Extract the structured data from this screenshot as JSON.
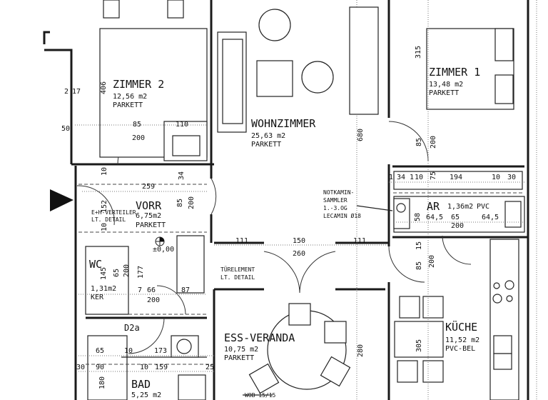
{
  "rooms": {
    "zimmer2": {
      "name": "ZIMMER 2",
      "area": "12,56 m2",
      "floor": "PARKETT"
    },
    "wohnzimmer": {
      "name": "WOHNZIMMER",
      "area": "25,63 m2",
      "floor": "PARKETT"
    },
    "zimmer1": {
      "name": "ZIMMER 1",
      "area": "13,48 m2",
      "floor": "PARKETT"
    },
    "vorr": {
      "name": "VORR",
      "area": "6,75m2",
      "floor": "PARKETT"
    },
    "wc": {
      "name": "WC",
      "area": "1,31m2",
      "floor": "KER"
    },
    "ar": {
      "name": "AR",
      "area": "1,36m2",
      "floor": "PVC"
    },
    "ess_veranda": {
      "name": "ESS-VERANDA",
      "area": "10,75 m2",
      "floor": "PARKETT"
    },
    "bad": {
      "name": "BAD",
      "area": "5,25 m2"
    },
    "kueche": {
      "name": "KÜCHE",
      "area": "11,52 m2",
      "floor": "PVC-BEL"
    },
    "d2a": {
      "name": "D2a"
    }
  },
  "notes": {
    "verteiler": [
      "E+H-VERTEILER",
      "LT. DETAIL"
    ],
    "notkamin": [
      "NOTKAMIN-",
      "SAMMLER",
      "1.-3.OG",
      "LECAMIN Ø18"
    ],
    "tuerelement": [
      "TÜRELEMENT",
      "LT. DETAIL"
    ],
    "wob": "WOB 15/15",
    "level": "±0,00"
  },
  "dimensions": {
    "z2_a": "2",
    "z2_b": "17",
    "z2_c": "406",
    "z2_d": "85",
    "z2_e": "200",
    "z2_f": "110",
    "z2_g": "50",
    "v_a": "259",
    "v_b": "34",
    "v_c": "85",
    "v_d": "200",
    "v_e": "152",
    "v_f": "10",
    "v_g": "10",
    "wc_a": "145",
    "wc_b": "65",
    "wc_c": "200",
    "wc_d": "177",
    "wc_e": "7",
    "wc_f": "66",
    "wc_g": "87",
    "wc_h": "200",
    "b_a": "65",
    "b_b": "10",
    "b_c": "173",
    "b_d": "30",
    "b_e": "90",
    "b_f": "10",
    "b_g": "159",
    "b_h": "180",
    "b_i": "25",
    "w_a": "111",
    "w_b": "150",
    "w_c": "111",
    "w_d": "260",
    "w_e": "680",
    "w_f": "280",
    "z1_a": "315",
    "z1_b": "85",
    "z1_c": "200",
    "ar_a": "1",
    "ar_b": "34",
    "ar_c": "1",
    "ar_d": "10",
    "ar_e": "75",
    "ar_f": "194",
    "ar_g": "10",
    "ar_h": "30",
    "ar_i": "58",
    "ar_j": "64,5",
    "ar_k": "65",
    "ar_l": "64,5",
    "ar_m": "200",
    "k_a": "85",
    "k_b": "15",
    "k_c": "200",
    "k_d": "305"
  },
  "entrance_marker": "entrance-arrow-icon"
}
